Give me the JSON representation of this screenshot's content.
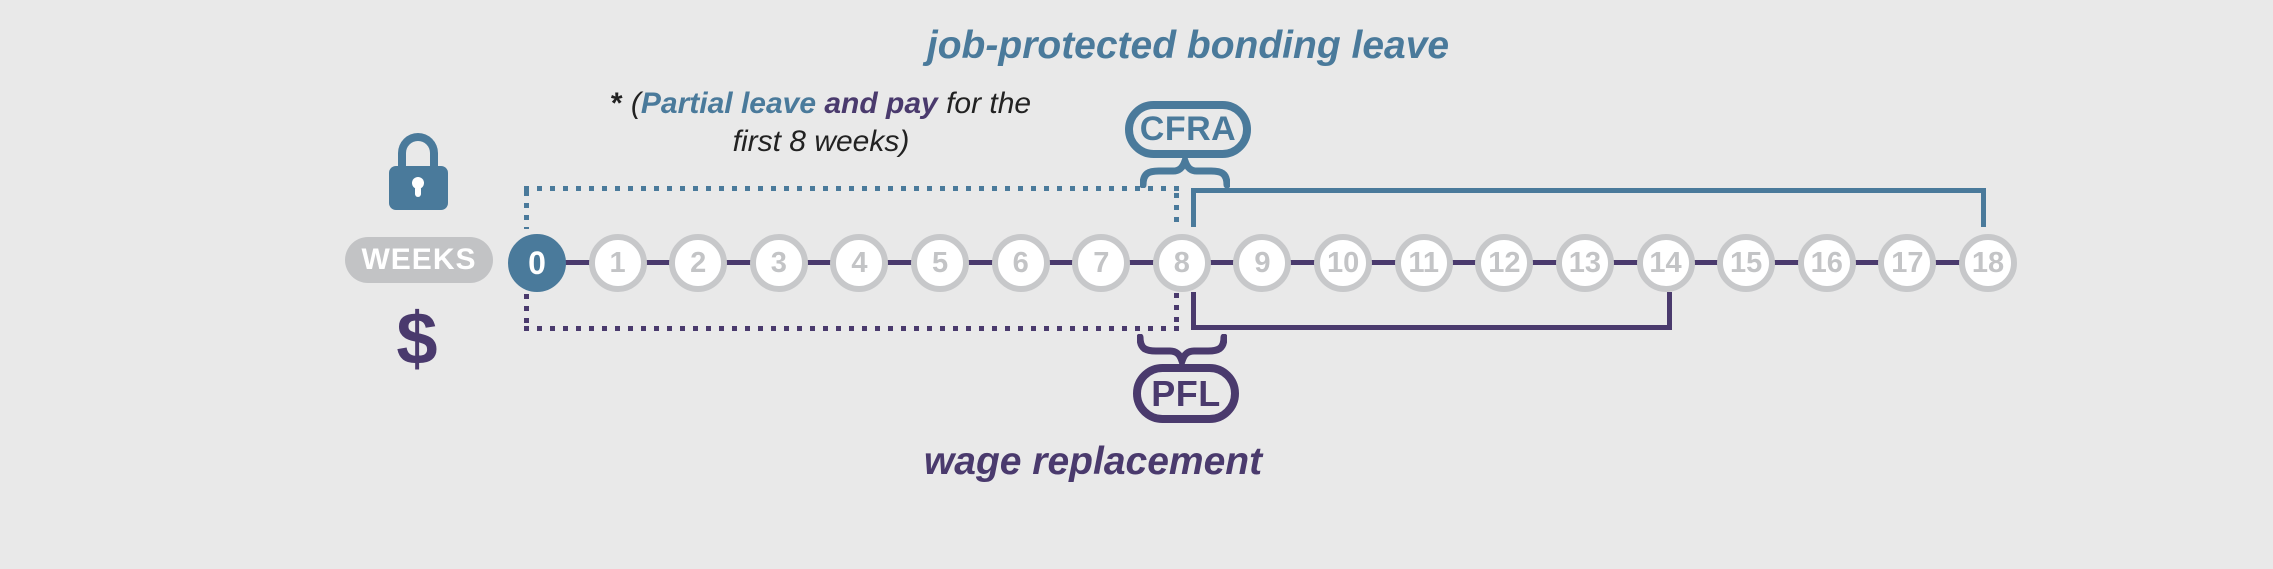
{
  "colors": {
    "background": "#e9e9e9",
    "blue": "#4a7a9b",
    "purple": "#4a3a6d",
    "gray_pill": "#c2c3c5",
    "circle_ring": "#c7c8ca",
    "circle_number": "#c3c4c6",
    "annotation_text": "#222222"
  },
  "top_title": {
    "text": "job-protected bonding leave"
  },
  "bottom_title": {
    "text": "wage replacement"
  },
  "annotation": {
    "star": "*",
    "open_paren": " (",
    "partial_leave": "Partial leave ",
    "and_pay": "and pay",
    "rest_line1": " for the",
    "line2": "first 8 weeks)"
  },
  "axis": {
    "label": "WEEKS",
    "weeks": [
      "0",
      "1",
      "2",
      "3",
      "4",
      "5",
      "6",
      "7",
      "8",
      "9",
      "10",
      "11",
      "12",
      "13",
      "14",
      "15",
      "16",
      "17",
      "18"
    ],
    "active_week": "0"
  },
  "tags": {
    "cfra": "CFRA",
    "pfl": "PFL"
  },
  "icons": {
    "dollar_glyph": "$"
  }
}
